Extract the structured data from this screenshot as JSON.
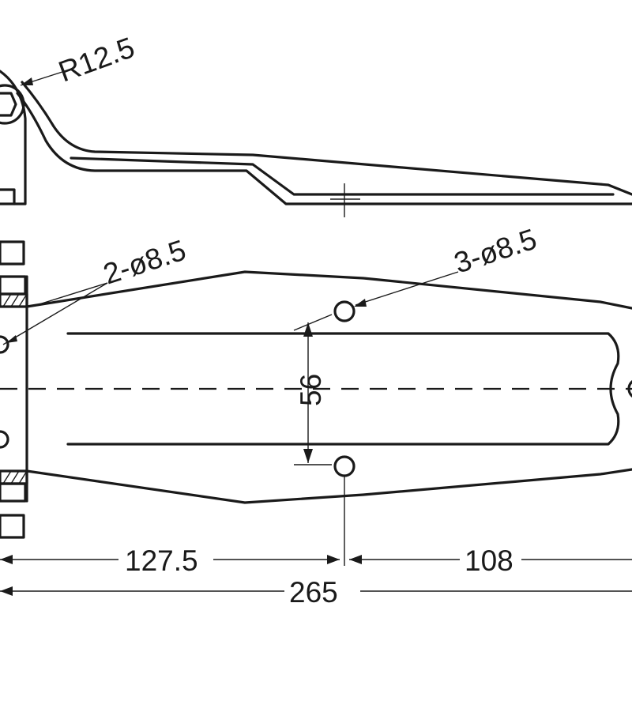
{
  "drawing": {
    "radius_label": "R12.5",
    "holes_left_label": "2-ø8.5",
    "holes_right_label": "3-ø8.5",
    "dim_vertical": "56",
    "dim_left": "127.5",
    "dim_right": "108",
    "dim_total": "265"
  },
  "colors": {
    "line": "#1a1a1a",
    "background": "#ffffff"
  }
}
